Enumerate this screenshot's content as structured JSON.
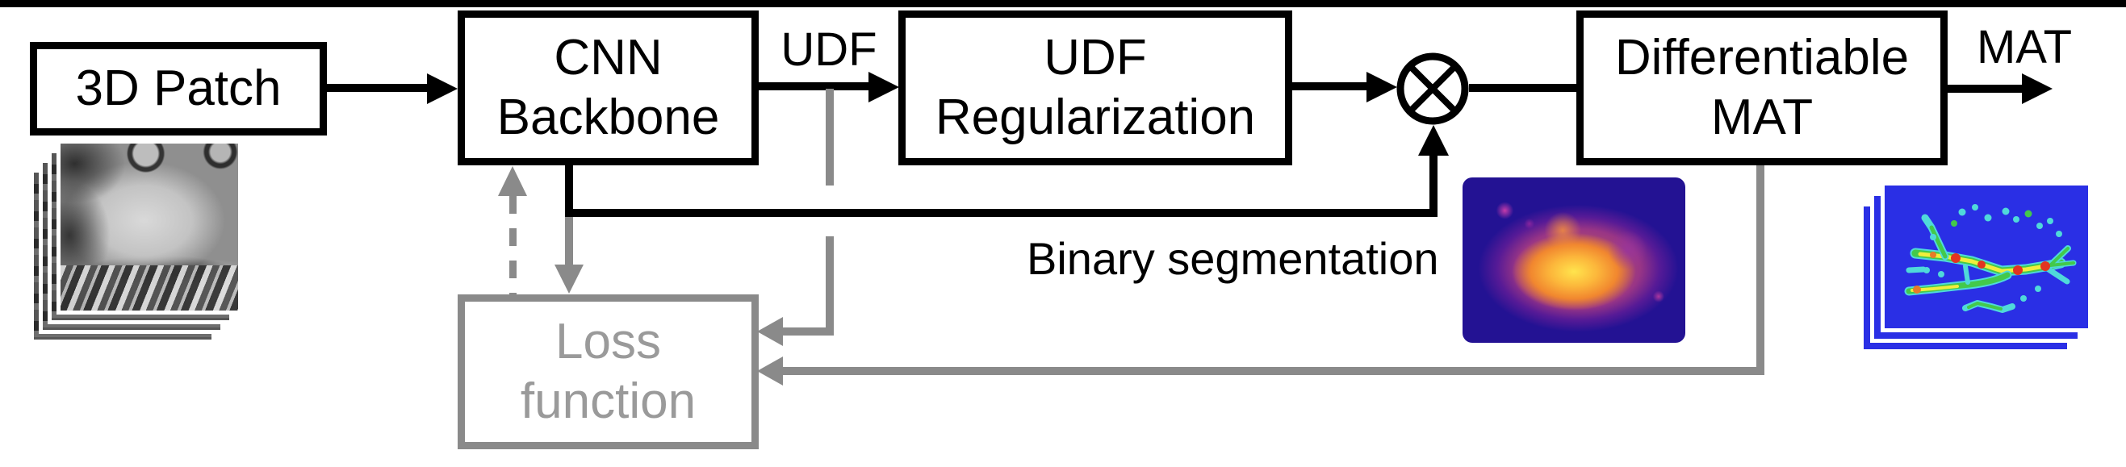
{
  "figure": {
    "boxes": {
      "patch": {
        "label": "3D Patch"
      },
      "cnn": {
        "line1": "CNN",
        "line2": "Backbone"
      },
      "udf_reg": {
        "line1": "UDF",
        "line2": "Regularization"
      },
      "diff_mat": {
        "line1": "Differentiable",
        "line2": "MAT"
      },
      "loss": {
        "line1": "Loss",
        "line2": "function"
      }
    },
    "edge_labels": {
      "udf": "UDF",
      "mat": "MAT",
      "binary_segmentation": "Binary segmentation"
    },
    "operator_symbol": "multiply-circle (⊗)",
    "images": {
      "input": "ct-patch-stack",
      "heatmap": "udf-heatmap",
      "output": "mat-slices-stack"
    },
    "colors": {
      "line_black": "#000000",
      "line_gray": "#8a8a8a",
      "loss_text_gray": "#9a9a9a",
      "heatmap_bg": "#231293",
      "heatmap_hot": "#ffe44d",
      "mat_bg": "#2a2fe5"
    }
  }
}
